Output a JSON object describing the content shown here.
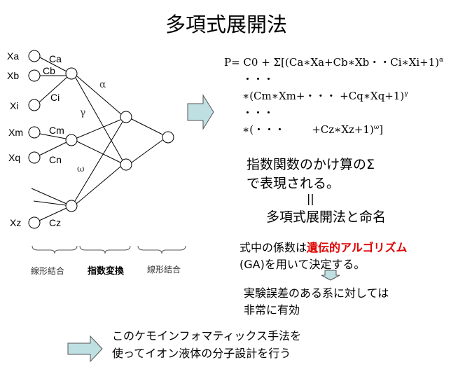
{
  "title": "多項式展開法",
  "network": {
    "inputs": [
      "Xa",
      "Xb",
      "Xi",
      "Xm",
      "Xq",
      "Xz"
    ],
    "weights": [
      "Ca",
      "Cb",
      "Ci",
      "Cm",
      "Cn",
      "Cz"
    ],
    "exponents": [
      "α",
      "γ",
      "ω"
    ],
    "stage_labels": [
      "線形結合",
      "指数変換",
      "線形結合"
    ]
  },
  "formula": {
    "line1": "P= C0 +  Σ[(Ca∗Xa+Cb∗Xb・・Ci∗Xi+1)",
    "line1_sup": "α",
    "line2": "・・・",
    "line3": "∗(Cm∗Xm+・・・ +Cq∗Xq+1)",
    "line3_sup": "γ",
    "line4": "・・・",
    "line5": "∗(・・・        +Cz∗Xz+1)",
    "line5_sup": "ω",
    "line5_end": "]"
  },
  "explanation": {
    "line1": "指数関数のかけ算のΣ",
    "line2": "で表現される。",
    "equals": "||",
    "line3": "多項式展開法と命名"
  },
  "ga": {
    "prefix": "式中の係数は",
    "highlight": "遺伝的アルゴリズム",
    "line2": "(GA)を用いて決定する。",
    "result1": "実験誤差のある系に対しては",
    "result2": "非常に有効"
  },
  "footer": {
    "line1": "このケモインフォマティックス手法を",
    "line2": "使ってイオン液体の分子設計を行う"
  },
  "colors": {
    "arrow_fill": "#bfe0e3",
    "highlight": "#e00000"
  }
}
